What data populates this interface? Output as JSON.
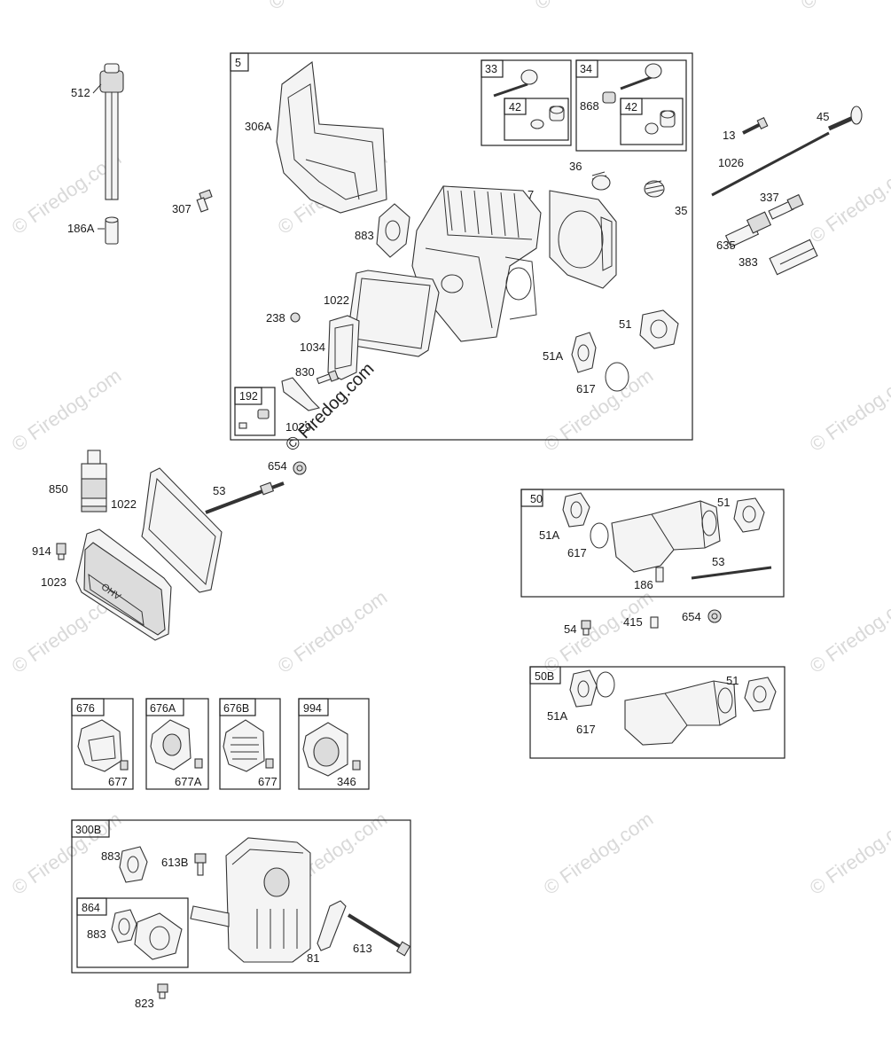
{
  "watermark": {
    "text": "© Firedog.com",
    "center_text": "© Firedog.com"
  },
  "boxes": {
    "box_5": "5",
    "box_33": "33",
    "box_34": "34",
    "box_42a": "42",
    "box_42b": "42",
    "box_192": "192",
    "box_50": "50",
    "box_50B": "50B",
    "box_676": "676",
    "box_676A": "676A",
    "box_676B": "676B",
    "box_994": "994",
    "box_300B": "300B",
    "box_864": "864"
  },
  "labels": {
    "p512": "512",
    "p186A": "186A",
    "p307": "307",
    "p306A": "306A",
    "p883a": "883",
    "p7": "7",
    "p36": "36",
    "p35": "35",
    "p868": "868",
    "p1022a": "1022",
    "p238": "238",
    "p1034": "1034",
    "p830": "830",
    "p1029": "1029",
    "p51a": "51",
    "p51Aa": "51A",
    "p617a": "617",
    "p13": "13",
    "p45": "45",
    "p1026": "1026",
    "p337": "337",
    "p635": "635",
    "p383": "383",
    "p850": "850",
    "p1022b": "1022",
    "p53a": "53",
    "p654a": "654",
    "p914": "914",
    "p1023": "1023",
    "p51b": "51",
    "p51Ab": "51A",
    "p617b": "617",
    "p53b": "53",
    "p186": "186",
    "p54": "54",
    "p415": "415",
    "p654b": "654",
    "p51c": "51",
    "p51Ac": "51A",
    "p617c": "617",
    "p677a": "677",
    "p677A": "677A",
    "p677b": "677",
    "p346": "346",
    "p883b": "883",
    "p613B": "613B",
    "p883c": "883",
    "p81": "81",
    "p613": "613",
    "p823": "823"
  }
}
